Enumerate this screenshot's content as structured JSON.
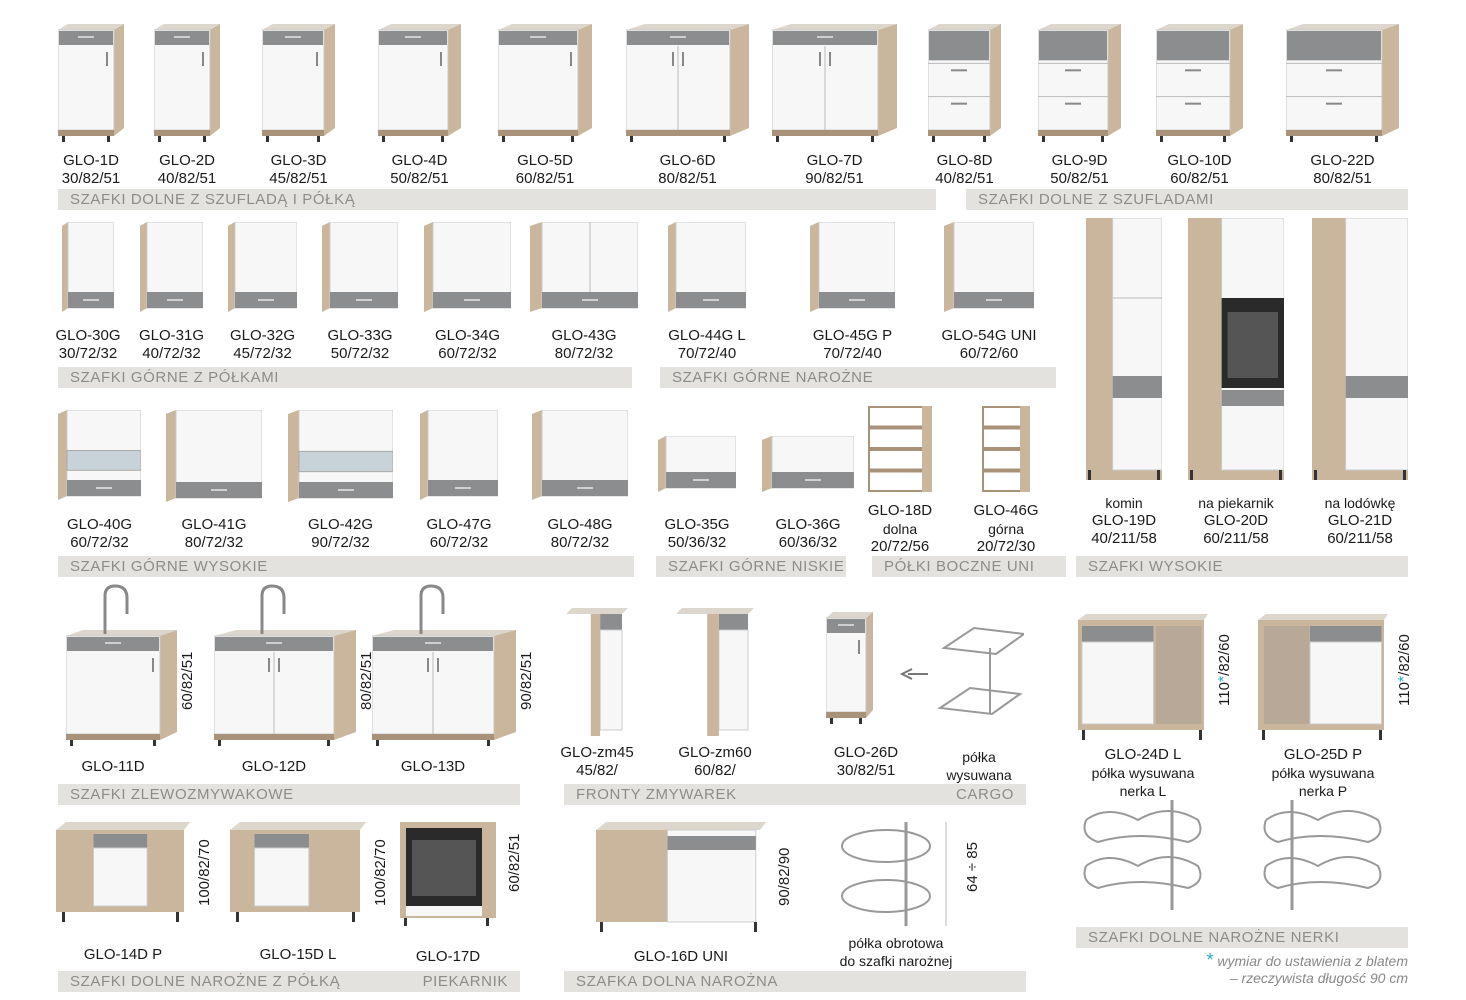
{
  "bands": {
    "dolne_szuflada_polka": "SZAFKI DOLNE Z SZUFLADĄ I PÓŁKĄ",
    "dolne_szufladami": "SZAFKI DOLNE Z SZUFLADAMI",
    "gorne_polkami": "SZAFKI GÓRNE Z PÓŁKAMI",
    "gorne_narozne": "SZAFKI GÓRNE NAROŻNE",
    "gorne_wysokie": "SZAFKI GÓRNE WYSOKIE",
    "gorne_niskie": "SZAFKI GÓRNE NISKIE",
    "polki_boczne": "PÓŁKI BOCZNE UNI",
    "wysokie": "SZAFKI WYSOKIE",
    "zlewozmywakowe": "SZAFKI ZLEWOZMYWAKOWE",
    "fronty_zmywarek": "FRONTY ZMYWAREK",
    "cargo": "CARGO",
    "dolne_narozne_nerki": "SZAFKI DOLNE NAROŻNE NERKI",
    "dolne_narozne_polka": "SZAFKI DOLNE NAROŻNE Z PÓŁKĄ",
    "piekarnik": "PIEKARNIK",
    "dolna_narozna": "SZAFKA DOLNA NAROŻNA"
  },
  "row1": [
    {
      "code": "GLO-1D",
      "dims": "30/82/51"
    },
    {
      "code": "GLO-2D",
      "dims": "40/82/51"
    },
    {
      "code": "GLO-3D",
      "dims": "45/82/51"
    },
    {
      "code": "GLO-4D",
      "dims": "50/82/51"
    },
    {
      "code": "GLO-5D",
      "dims": "60/82/51"
    },
    {
      "code": "GLO-6D",
      "dims": "80/82/51"
    },
    {
      "code": "GLO-7D",
      "dims": "90/82/51"
    },
    {
      "code": "GLO-8D",
      "dims": "40/82/51"
    },
    {
      "code": "GLO-9D",
      "dims": "50/82/51"
    },
    {
      "code": "GLO-10D",
      "dims": "60/82/51"
    },
    {
      "code": "GLO-22D",
      "dims": "80/82/51"
    }
  ],
  "row2": [
    {
      "code": "GLO-30G",
      "dims": "30/72/32"
    },
    {
      "code": "GLO-31G",
      "dims": "40/72/32"
    },
    {
      "code": "GLO-32G",
      "dims": "45/72/32"
    },
    {
      "code": "GLO-33G",
      "dims": "50/72/32"
    },
    {
      "code": "GLO-34G",
      "dims": "60/72/32"
    },
    {
      "code": "GLO-43G",
      "dims": "80/72/32"
    },
    {
      "code": "GLO-44G L",
      "dims": "70/72/40"
    },
    {
      "code": "GLO-45G P",
      "dims": "70/72/40"
    },
    {
      "code": "GLO-54G UNI",
      "dims": "60/72/60"
    }
  ],
  "row3": [
    {
      "code": "GLO-40G",
      "dims": "60/72/32"
    },
    {
      "code": "GLO-41G",
      "dims": "80/72/32"
    },
    {
      "code": "GLO-42G",
      "dims": "90/72/32"
    },
    {
      "code": "GLO-47G",
      "dims": "60/72/32"
    },
    {
      "code": "GLO-48G",
      "dims": "80/72/32"
    },
    {
      "code": "GLO-35G",
      "dims": "50/36/32"
    },
    {
      "code": "GLO-36G",
      "dims": "60/36/32"
    }
  ],
  "shelves": [
    {
      "code": "GLO-18D",
      "sub": "dolna",
      "dims": "20/72/56"
    },
    {
      "code": "GLO-46G",
      "sub": "górna",
      "dims": "20/72/30"
    }
  ],
  "tall": [
    {
      "sub": "komin",
      "code": "GLO-19D",
      "dims": "40/211/58"
    },
    {
      "sub": "na piekarnik",
      "code": "GLO-20D",
      "dims": "60/211/58"
    },
    {
      "sub": "na lodówkę",
      "code": "GLO-21D",
      "dims": "60/211/58"
    }
  ],
  "sinks": [
    {
      "code": "GLO-11D",
      "dims": "60/82/51"
    },
    {
      "code": "GLO-12D",
      "dims": "80/82/51"
    },
    {
      "code": "GLO-13D",
      "dims": "90/82/51"
    }
  ],
  "fronts": [
    {
      "code": "GLO-zm45",
      "dims": "45/82/"
    },
    {
      "code": "GLO-zm60",
      "dims": "60/82/"
    }
  ],
  "cargo": {
    "code": "GLO-26D",
    "dims": "30/82/51",
    "basket": "półka\nwysuwana"
  },
  "nerki": [
    {
      "code": "GLO-24D L",
      "dims": "110",
      "dims_rest": "/82/60",
      "desc1": "półka wysuwana",
      "desc2": "nerka L"
    },
    {
      "code": "GLO-25D P",
      "dims": "110",
      "dims_rest": "/82/60",
      "desc1": "półka wysuwana",
      "desc2": "nerka P"
    }
  ],
  "corner": [
    {
      "code": "GLO-14D P",
      "dims": "100/82/70"
    },
    {
      "code": "GLO-15D L",
      "dims": "100/82/70"
    }
  ],
  "oven": {
    "code": "GLO-17D",
    "dims": "60/82/51"
  },
  "corner_uni": {
    "code": "GLO-16D UNI",
    "dims": "90/82/90",
    "carousel_dim": "64 ÷ 85",
    "carousel1": "półka obrotowa",
    "carousel2": "do szafki narożnej"
  },
  "note": {
    "star": "*",
    "line1": "wymiar do ustawienia z blatem",
    "line2": "– rzeczywista długość 90 cm"
  },
  "colors": {
    "wood": "#c9b69c",
    "wood_dark": "#a8937a",
    "white": "#f7f7f7",
    "grey": "#8c8d8f",
    "band": "#e4e2df",
    "accent": "#2aa8c9"
  }
}
